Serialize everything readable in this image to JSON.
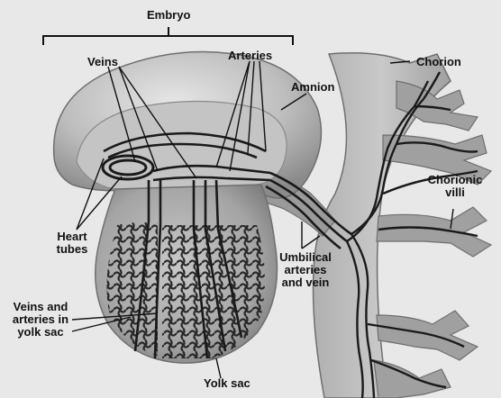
{
  "labels": {
    "embryo": "Embryo",
    "veins": "Veins",
    "arteries": "Arteries",
    "chorion": "Chorion",
    "amnion": "Amnion",
    "chorionic_villi": [
      "Chorionic",
      "villi"
    ],
    "heart_tubes": [
      "Heart",
      "tubes"
    ],
    "umbilical": [
      "Umbilical",
      "arteries",
      "and vein"
    ],
    "yolk_sac_vessels": [
      "Veins and",
      "arteries in",
      "yolk sac"
    ],
    "yolk_sac": "Yolk sac"
  },
  "colors": {
    "tissue_light": "#d4d4d4",
    "tissue_mid": "#a8a8a8",
    "tissue_dark": "#6e6e6e",
    "vessel": "#1a1a1a",
    "ink": "#111111",
    "background": "#e8e8e8"
  }
}
